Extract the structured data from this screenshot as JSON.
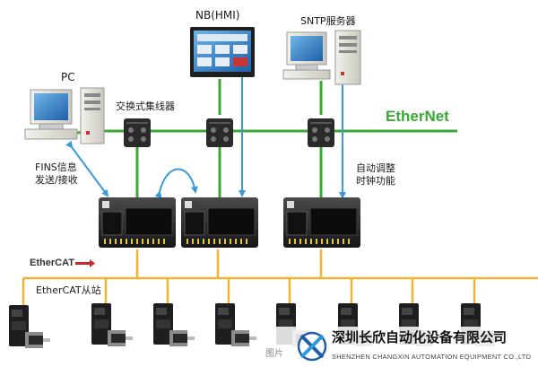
{
  "labels": {
    "hmi": "NB(HMI)",
    "sntp": "SNTP服务器",
    "pc": "PC",
    "switch": "交换式集线器",
    "ethernet": "EtherNet",
    "fins_line1": "FINS信息",
    "fins_line2": "发送/接收",
    "autoadjust_line1": "自动调整",
    "autoadjust_line2": "时钟功能",
    "ethercat_logo_prefix": "Ether",
    "ethercat_logo_suffix": "CAT",
    "ethercat_slave": "EtherCAT从站"
  },
  "watermark": {
    "company_cn": "深圳长欣自动化设备有限公司",
    "company_en": "SHENZHEN CHANGXIN AUTOMATION EQUIPMENT CO.,LTD",
    "pic_prefix": "图片"
  },
  "colors": {
    "ethernet_line": "#39a935",
    "ethercat_line": "#f2b233",
    "arrow": "#3a9ad9"
  },
  "icons": {
    "hmi": "touch-panel-icon",
    "sntp": "server-computer-icon",
    "pc": "desktop-computer-icon",
    "switch": "network-switch-icon",
    "plc": "plc-controller-icon",
    "servo": "servo-drive-motor-icon",
    "logo": "changxin-logo-icon"
  }
}
